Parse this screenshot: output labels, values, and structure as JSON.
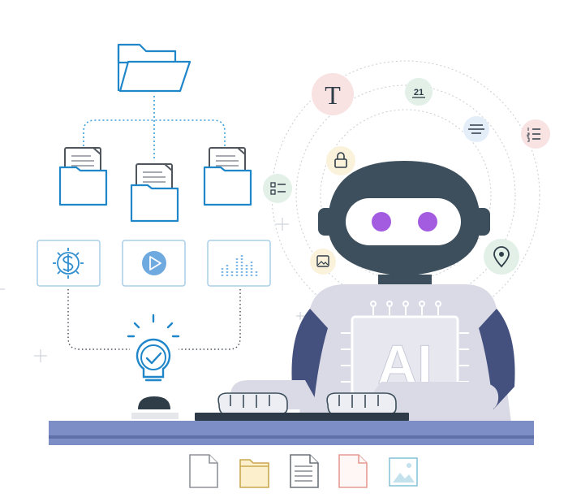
{
  "illustration": {
    "robot_chest_label": "AI",
    "badge_number": "21",
    "badge_letter": "T"
  },
  "colors": {
    "folder_blue": "#1f86c9",
    "dotted_line": "#3aa0d8",
    "robot_dark": "#3d4f5c",
    "robot_eye": "#a35be0",
    "robot_body": "#d9dae6",
    "robot_arm": "#44507e",
    "desk": "#7d8ec6",
    "desk_edge": "#5f6fa8"
  },
  "bottom_icons": [
    "document-icon",
    "folder-icon",
    "text-document-icon",
    "pdf-document-icon",
    "image-file-icon"
  ],
  "orbit_icons": [
    "text-format-icon",
    "number-icon",
    "strikethrough-icon",
    "numbered-list-icon",
    "lock-icon",
    "checklist-icon",
    "image-icon",
    "location-pin-icon"
  ],
  "process_icons": [
    "dollar-gear-icon",
    "play-video-icon",
    "bar-chart-icon"
  ]
}
